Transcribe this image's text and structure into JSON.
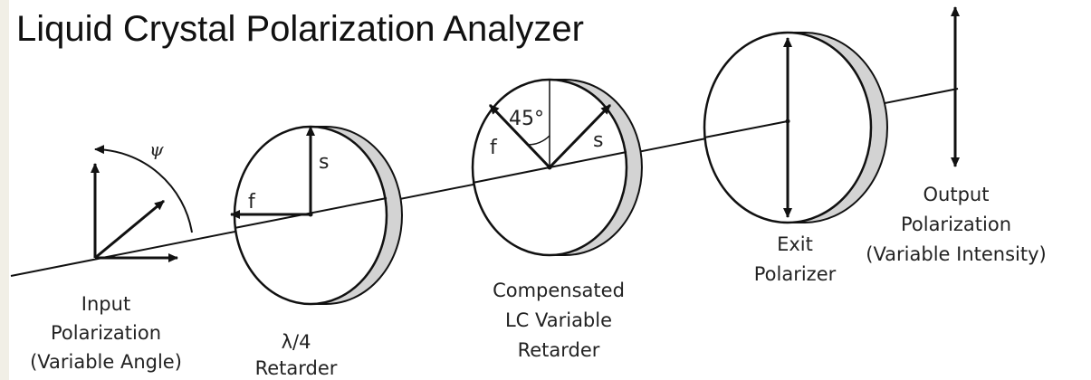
{
  "title": "Liquid Crystal Polarization Analyzer",
  "labels": {
    "psi": "ψ",
    "input": [
      "Input",
      "Polarization",
      "(Variable Angle)"
    ],
    "quarter_wave": [
      "λ/4",
      "Retarder"
    ],
    "lc_retarder": [
      "Compensated",
      "LC Variable",
      "Retarder"
    ],
    "exit": [
      "Exit",
      "Polarizer"
    ],
    "output": [
      "Output",
      "Polarization",
      "(Variable Intensity)"
    ],
    "retarder_fast": "f",
    "retarder_slow": "s",
    "lc_fast": "f",
    "lc_slow": "s",
    "angle": "45°"
  }
}
